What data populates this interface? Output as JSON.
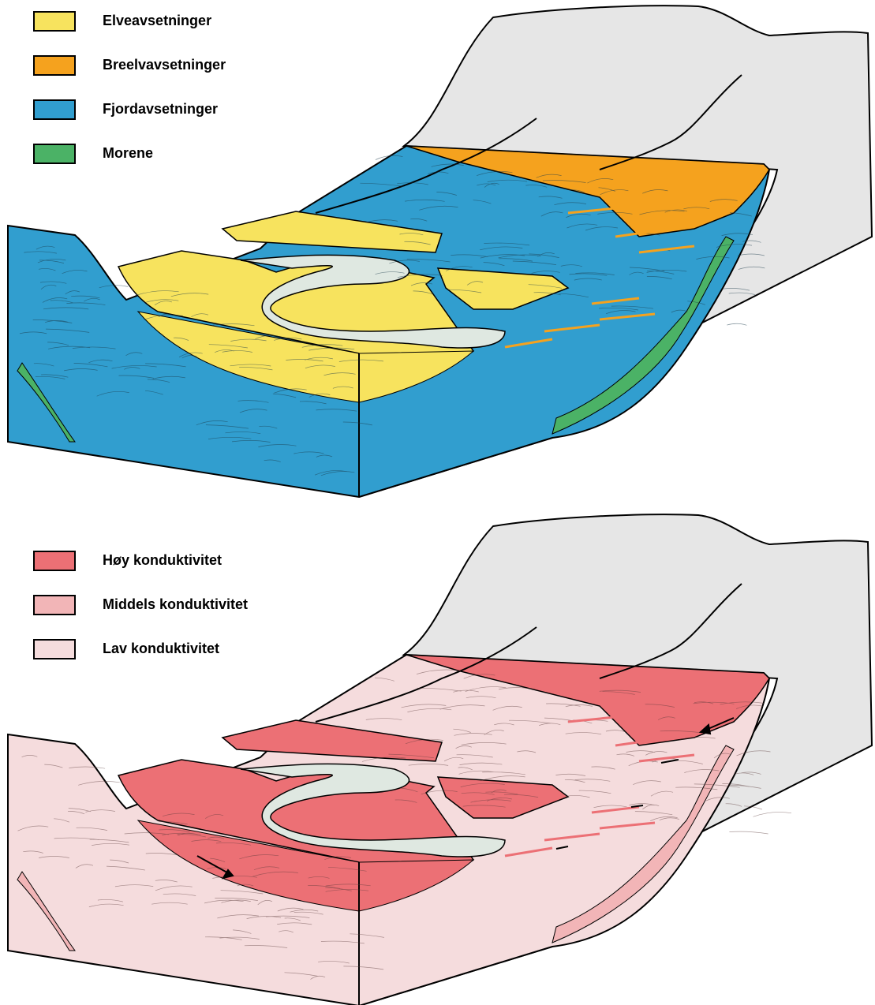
{
  "diagrams": [
    {
      "id": "geology",
      "legend": [
        {
          "label": "Elveavsetninger",
          "color": "#f7e35e",
          "key": "elv"
        },
        {
          "label": "Breelvavsetninger",
          "color": "#f5a21e",
          "key": "breelv"
        },
        {
          "label": "Fjordavsetninger",
          "color": "#319ecf",
          "key": "fjord"
        },
        {
          "label": "Morene",
          "color": "#4bb266",
          "key": "morene"
        }
      ]
    },
    {
      "id": "conductivity",
      "legend": [
        {
          "label": "Høy konduktivitet",
          "color": "#ec7075",
          "key": "hoy"
        },
        {
          "label": "Middels konduktivitet",
          "color": "#f2b5b7",
          "key": "middels"
        },
        {
          "label": "Lav konduktivitet",
          "color": "#f5dcdd",
          "key": "lav"
        }
      ]
    }
  ],
  "colors": {
    "mountain": "#e6e6e6",
    "river": "#dfe8e1",
    "outline": "#000000"
  }
}
